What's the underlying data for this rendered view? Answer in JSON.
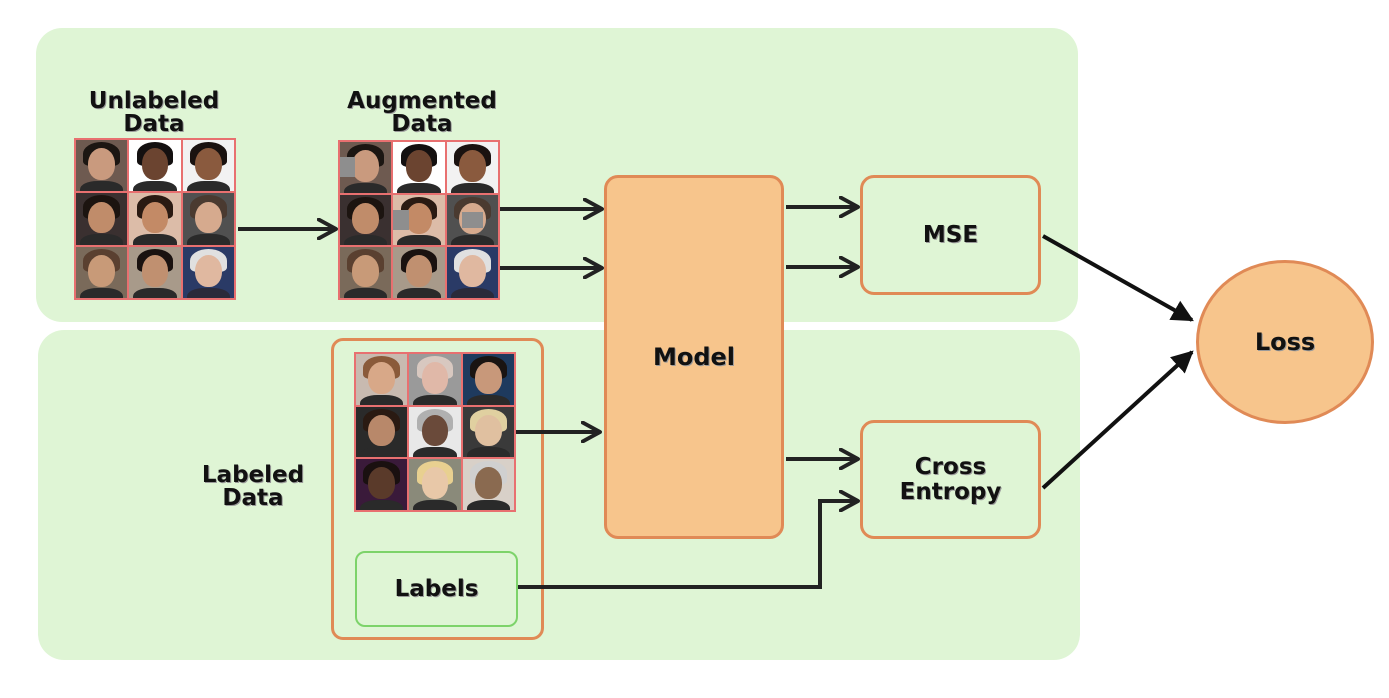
{
  "labels": {
    "unlabeled_line1": "Unlabeled",
    "unlabeled_line2": "Data",
    "augmented_line1": "Augmented",
    "augmented_line2": "Data",
    "labeled_line1": "Labeled",
    "labeled_line2": "Data"
  },
  "boxes": {
    "model": "Model",
    "mse": "MSE",
    "cross_line1": "Cross",
    "cross_line2": "Entropy",
    "labels_box": "Labels",
    "loss": "Loss"
  },
  "colors": {
    "panel_bg": "#dff5d5",
    "orange_fill": "#f7c58c",
    "orange_border": "#e08a56",
    "green_box_fill": "#dff5d5",
    "labels_border": "#7dd36a",
    "grid_border": "#e87070",
    "arrow": "#222222"
  },
  "face_grids": {
    "unlabeled": [
      {
        "skin": "#c99a7e",
        "hair": "#1c1612",
        "bg": "#6e5a50"
      },
      {
        "skin": "#6b4430",
        "hair": "#141010",
        "bg": "#ffffff"
      },
      {
        "skin": "#8a5a3e",
        "hair": "#1a1210",
        "bg": "#f2f2f2"
      },
      {
        "skin": "#c08c6a",
        "hair": "#1c1410",
        "bg": "#3a3030"
      },
      {
        "skin": "#c38a66",
        "hair": "#2a1a12",
        "bg": "#dcbca8"
      },
      {
        "skin": "#d6aa8e",
        "hair": "#4a3a30",
        "bg": "#505050"
      },
      {
        "skin": "#c89a78",
        "hair": "#5a4030",
        "bg": "#7a6a5a"
      },
      {
        "skin": "#c09070",
        "hair": "#1a1210",
        "bg": "#a89a8a"
      },
      {
        "skin": "#e0b8a0",
        "hair": "#e0e0e0",
        "bg": "#2a3a66"
      }
    ],
    "augmented": [
      {
        "skin": "#c99a7e",
        "hair": "#1c1612",
        "bg": "#6e5a50",
        "patch": "tl"
      },
      {
        "skin": "#6b4430",
        "hair": "#141010",
        "bg": "#ffffff",
        "patch": "none"
      },
      {
        "skin": "#8a5a3e",
        "hair": "#1a1210",
        "bg": "#f2f2f2",
        "patch": "none"
      },
      {
        "skin": "#c08c6a",
        "hair": "#1c1410",
        "bg": "#3a3030",
        "patch": "none"
      },
      {
        "skin": "#c38a66",
        "hair": "#2a1a12",
        "bg": "#dcbca8",
        "patch": "tl"
      },
      {
        "skin": "#d6aa8e",
        "hair": "#4a3a30",
        "bg": "#505050",
        "patch": "c"
      },
      {
        "skin": "#c89a78",
        "hair": "#5a4030",
        "bg": "#7a6a5a",
        "patch": "none"
      },
      {
        "skin": "#c09070",
        "hair": "#1a1210",
        "bg": "#a89a8a",
        "patch": "none"
      },
      {
        "skin": "#e0b8a0",
        "hair": "#e0e0e0",
        "bg": "#2a3a66",
        "patch": "none"
      }
    ],
    "labeled": [
      {
        "skin": "#d8a888",
        "hair": "#8a5a3a",
        "bg": "#c8bab0"
      },
      {
        "skin": "#e0b8a8",
        "hair": "#d8c8c0",
        "bg": "#9a9a9a"
      },
      {
        "skin": "#c8987a",
        "hair": "#1a1412",
        "bg": "#1e3a5e"
      },
      {
        "skin": "#b8886a",
        "hair": "#2a1a12",
        "bg": "#2a2a2a"
      },
      {
        "skin": "#6a4a3a",
        "hair": "#b0b0b0",
        "bg": "#e8e8e8"
      },
      {
        "skin": "#e0c0a0",
        "hair": "#e0d0a0",
        "bg": "#3a3a3a"
      },
      {
        "skin": "#5a3a2a",
        "hair": "#1a1010",
        "bg": "#3a1a3a"
      },
      {
        "skin": "#e8c8a8",
        "hair": "#e8d090",
        "bg": "#8a8a7a"
      },
      {
        "skin": "#8a6a50",
        "hair": "#d0d0d0",
        "bg": "#d8d0c8"
      }
    ]
  }
}
